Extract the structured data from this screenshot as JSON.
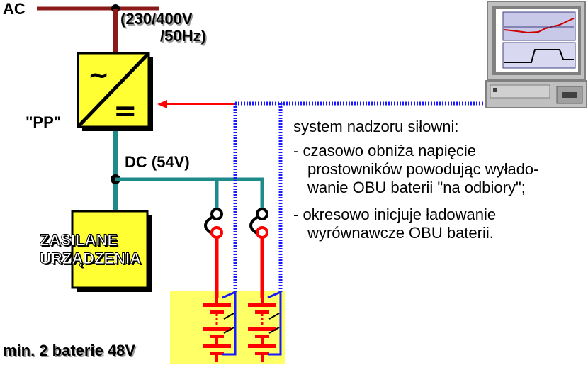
{
  "labels": {
    "ac": "AC",
    "voltage_line1": "(230/400V",
    "voltage_line2": "/50Hz)",
    "pp": "\"PP\"",
    "dc": "DC (54V)",
    "load_line1": "ZASILANE",
    "load_line2": "URZĄDZENIA",
    "batteries": "min. 2 baterie 48V"
  },
  "description": {
    "title": "system nadzoru siłowni:",
    "item1_line1": "- czasowo obniża napięcie",
    "item1_line2": "prostowników powodując wyłado-",
    "item1_line3": "wanie OBU baterii \"na odbiory\";",
    "item2_line1": "- okresowo inicjuje ładowanie",
    "item2_line2": "wyrównawcze OBU baterii."
  },
  "symbols": {
    "ac_symbol": "~",
    "dc_symbol": "="
  },
  "colors": {
    "ac_line": "#8b1a1a",
    "dc_line": "#1f8a8a",
    "block_fill": "#ffff33",
    "battery_red": "#ff0000",
    "control_blue": "#1a1aff"
  }
}
